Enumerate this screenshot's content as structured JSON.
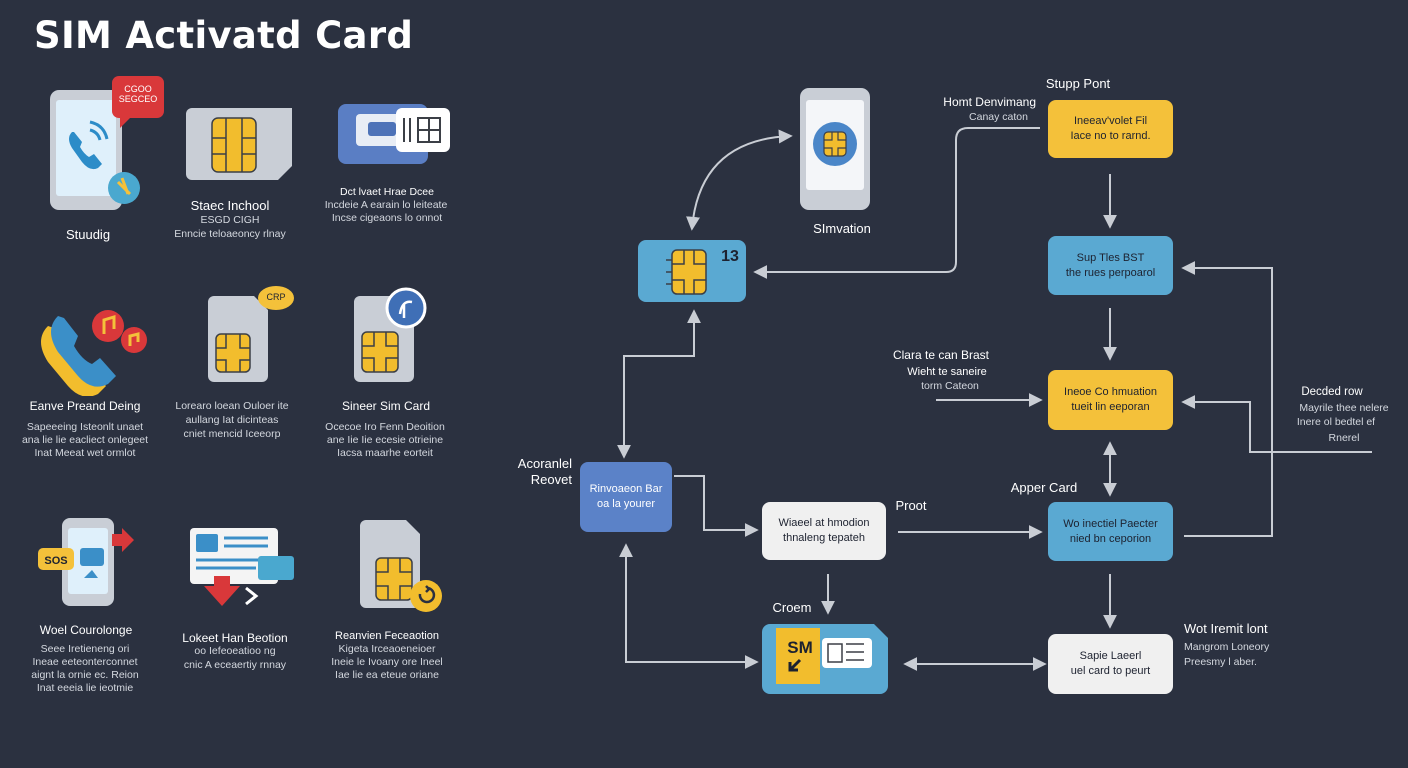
{
  "title": "SIM Activatd Card",
  "left_panel": {
    "items": [
      {
        "heading": "Stuudig",
        "desc": []
      },
      {
        "heading": "Staec Inchool",
        "desc": [
          "ESGD CIGH",
          "Enncie teloaeoncy rlnay"
        ]
      },
      {
        "heading": "Dct lvaet Hrae Dcee",
        "desc": [
          "Incdeie A earain lo leiteate",
          "Incse cigeaons lo onnot"
        ]
      },
      {
        "heading": "Eanve Preand Deing",
        "desc": [
          "Sapeeeing Isteonlt unaet",
          "ana lie lie eacliect onlegeet",
          "Inat Meeat wet ormlot"
        ]
      },
      {
        "heading": "",
        "desc": [
          "Lorearo loean Ouloer ite",
          "aullang Iat dicinteas",
          "cniet mencid Iceeorp"
        ]
      },
      {
        "heading": "Sineer Sim Card",
        "desc": [
          "Ocecoe Iro Fenn Deoition",
          "ane Iie Iie ecesie otrieine",
          "Iacsa maarhe eorteit"
        ]
      },
      {
        "heading": "Woel Courolonge",
        "desc": [
          "Seee Iretieneng ori",
          "Ineae eeteonterconnet",
          "aignt la ornie ec. Reion",
          "Inat eeeia lie ieotmie"
        ]
      },
      {
        "heading": "Lokeet Han Beotion",
        "desc": [
          "oo Iefeoeatioo ng",
          "cnic A eceaertiy rnnay"
        ]
      },
      {
        "heading": "Reanvien Feceaotion",
        "desc": [
          "Kigeta Irceaoeneioer",
          "Ineie le Ivoany ore Ineel",
          "Iae lie ea eteue oriane"
        ]
      }
    ],
    "badges": {
      "speech": "CGOO SEGCEO",
      "chat_sop": "SOS",
      "bubble": "CRP"
    }
  },
  "flow": {
    "sim_activation_label": "SImvation",
    "sim_tile_number": "13",
    "sim_card_text": "SM",
    "accidental_reset": [
      "Acoranlel",
      "Reovet"
    ],
    "reset_box": [
      "Rinvoaeon Bar",
      "oa la yourer"
    ],
    "wheel_box": [
      "Wiaeel at hmodion",
      "thnaleng tepateh"
    ],
    "proot": "Proot",
    "croem": "Croem",
    "support_point": "Stupp Pont",
    "hont_label": [
      "Homt Denvimang",
      "Canay caton"
    ],
    "yellow_top": [
      "Ineeav'volet Fil",
      "Iace no to rarnd."
    ],
    "blue_mid": [
      "Sup Tles BST",
      "the rues perpoarol"
    ],
    "clara_label": [
      "Clara te can Brast",
      "Wieht te saneire",
      "torm Cateon"
    ],
    "yellow_mid": [
      "Ineoe Co hmuation",
      "tueit lin eeporan"
    ],
    "apper_card": "Apper Card",
    "blue_bottom": [
      "Wo inectiel Paecter",
      "nied bn ceporion"
    ],
    "desired_label": [
      "Decded row",
      "Mayrile thee nelere",
      "Inere ol bedtel ef",
      "Rnerel"
    ],
    "wot_label": "Wot Iremit lont",
    "margin_label": [
      "Mangrom Loneory",
      "Preesmy l aber."
    ],
    "white_bottom": [
      "Sapie Laeerl",
      "uel card to peurt"
    ]
  },
  "colors": {
    "background": "#2b3140",
    "yellow": "#f4c13a",
    "blue": "#5aa9d2",
    "violet": "#5b82c8",
    "chip": "#f2bd2d",
    "arrow": "#c9cdd4"
  }
}
